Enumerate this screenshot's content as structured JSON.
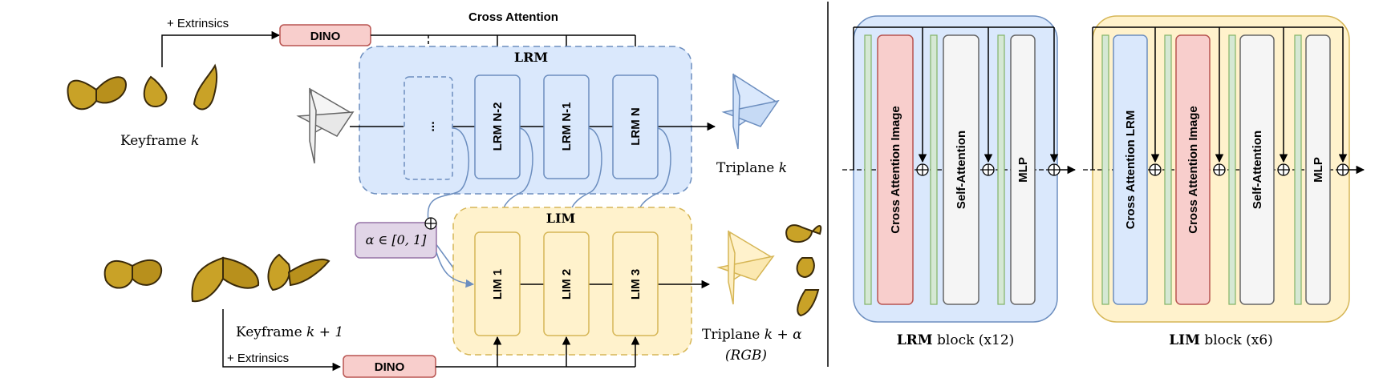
{
  "left": {
    "extrinsics_top": "+ Extrinsics",
    "extrinsics_bottom": "+ Extrinsics",
    "dino_top": "DINO",
    "dino_bottom": "DINO",
    "cross_attention": "Cross Attention",
    "lrm_title": "LRM",
    "lim_title": "LIM",
    "lrm_blocks": [
      "LRM N-2",
      "LRM N-1",
      "LRM N"
    ],
    "lrm_ellipsis": "...",
    "lim_blocks": [
      "LIM 1",
      "LIM 2",
      "LIM 3"
    ],
    "alpha_label": "α ∈ [0, 1]",
    "keyframe_k_text": "Keyframe ",
    "keyframe_k_var": "k",
    "keyframe_k1_text": "Keyframe ",
    "keyframe_k1_var": "k + 1",
    "triplane_k_text": "Triplane ",
    "triplane_k_var": "k",
    "triplane_ka_text": "Triplane ",
    "triplane_ka_var": "k + α",
    "triplane_rgb": "(RGB)"
  },
  "right": {
    "lrm_block": {
      "layers": [
        "Cross Attention Image",
        "Self-Attention",
        "MLP"
      ],
      "caption_bold": "LRM",
      "caption_rest": " block (x12)"
    },
    "lim_block": {
      "layers": [
        "Cross Attention LRM",
        "Cross Attention Image",
        "Self-Attention",
        "MLP"
      ],
      "caption_bold": "LIM",
      "caption_rest": " block (x6)"
    }
  },
  "colors": {
    "lrm_fill": "#dae8fc",
    "lrm_stroke": "#6c8ebf",
    "lim_fill": "#fff2cc",
    "lim_stroke": "#d6b656",
    "dino_fill": "#f8cecc",
    "dino_stroke": "#b85450",
    "alpha_fill": "#e1d5e7",
    "alpha_stroke": "#9673a6",
    "norm_fill": "#d5e8d4",
    "norm_stroke": "#82b366",
    "self_fill": "#f5f5f5",
    "self_stroke": "#666666",
    "butterfly": "#c9a227"
  }
}
